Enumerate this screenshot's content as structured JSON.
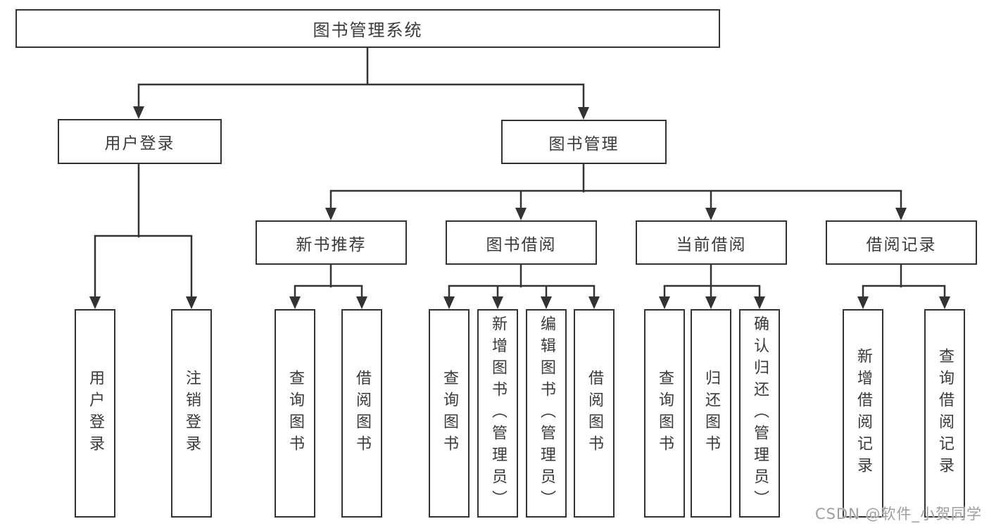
{
  "page": {
    "background": "#ffffff"
  },
  "colors": {
    "line": "#333333",
    "box_border": "#333333",
    "box_fill": "#ffffff",
    "text": "#3a3a3a",
    "watermark": "#9e9e9e"
  },
  "nodes": {
    "root": "图书管理系统",
    "user_login": "用户登录",
    "book_management": "图书管理",
    "new_book_recommend": "新书推荐",
    "book_borrow": "图书借阅",
    "current_borrow": "当前借阅",
    "borrow_records": "借阅记录",
    "ul_user_login": "用户登录",
    "ul_logout": "注销登录",
    "nb_query_book": "查询图书",
    "nb_borrow_book": "借阅图书",
    "bb_query_book": "查询图书",
    "bb_add_book": "新增图书（管理员）",
    "bb_edit_book": "编辑图书（管理员）",
    "bb_borrow_book": "借阅图书",
    "cb_query_book": "查询图书",
    "cb_return_book": "归还图书",
    "cb_confirm_return": "确认归还（管理员）",
    "br_add_record": "新增借阅记录",
    "br_query_record": "查询借阅记录"
  },
  "hierarchy": {
    "图书管理系统": {
      "用户登录": [
        "用户登录",
        "注销登录"
      ],
      "图书管理": {
        "新书推荐": [
          "查询图书",
          "借阅图书"
        ],
        "图书借阅": [
          "查询图书",
          "新增图书（管理员）",
          "编辑图书（管理员）",
          "借阅图书"
        ],
        "当前借阅": [
          "查询图书",
          "归还图书",
          "确认归还（管理员）"
        ],
        "借阅记录": [
          "新增借阅记录",
          "查询借阅记录"
        ]
      }
    }
  },
  "watermark": {
    "text": "CSDN @软件_小贺同学"
  }
}
